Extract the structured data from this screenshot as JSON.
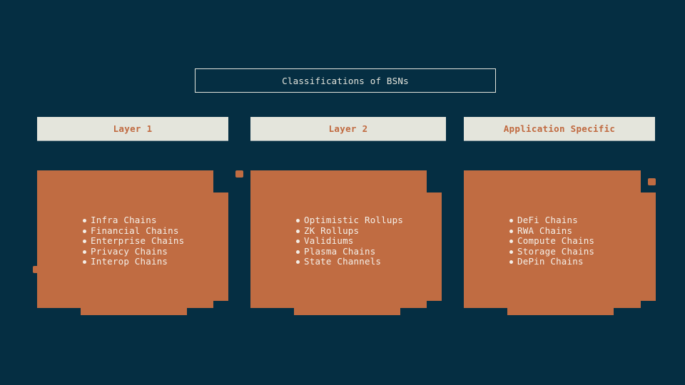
{
  "title": "Classifications of BSNs",
  "colors": {
    "background": "#052e42",
    "header_bg": "#e4e5dc",
    "accent": "#c06c42",
    "text_light": "#f4efe8"
  },
  "categories": [
    {
      "label": "Layer 1",
      "items": [
        "Infra Chains",
        "Financial Chains",
        "Enterprise Chains",
        "Privacy Chains",
        "Interop Chains"
      ]
    },
    {
      "label": "Layer 2",
      "items": [
        "Optimistic Rollups",
        "ZK Rollups",
        "Validiums",
        "Plasma Chains",
        "State Channels"
      ]
    },
    {
      "label": "Application Specific",
      "items": [
        "DeFi Chains",
        "RWA Chains",
        "Compute Chains",
        "Storage Chains",
        "DePin Chains"
      ]
    }
  ]
}
